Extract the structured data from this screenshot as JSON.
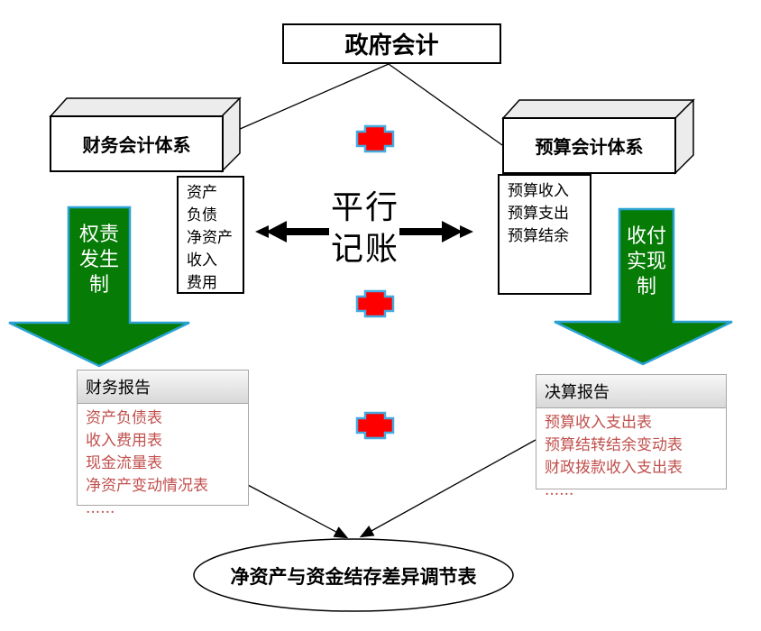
{
  "title": "政府会计",
  "center": {
    "parallel_line1": "平行",
    "parallel_line2": "记账"
  },
  "left_system": {
    "label": "财务会计体系",
    "elements": [
      "资产",
      "负债",
      "净资产",
      "收入",
      "费用"
    ],
    "basis_lines": [
      "权责",
      "发生",
      "制"
    ],
    "report": {
      "header": "财务报告",
      "items": [
        "资产负债表",
        "收入费用表",
        "现金流量表",
        "净资产变动情况表",
        "......"
      ]
    }
  },
  "right_system": {
    "label": "预算会计体系",
    "elements": [
      "预算收入",
      "预算支出",
      "预算结余"
    ],
    "basis_lines": [
      "收付",
      "实现",
      "制"
    ],
    "report": {
      "header": "决算报告",
      "items": [
        "预算收入支出表",
        "预算结转结余变动表",
        "财政拨款收入支出表",
        "......"
      ]
    }
  },
  "bottom_ellipse": "净资产与资金结存差异调节表",
  "colors": {
    "green": "#067b06",
    "green_stroke": "#2aa3d4",
    "plus_fill": "#ff0000",
    "plus_stroke": "#45aadf",
    "report_red": "#c0504d",
    "gray_border": "#a6a6a6"
  }
}
